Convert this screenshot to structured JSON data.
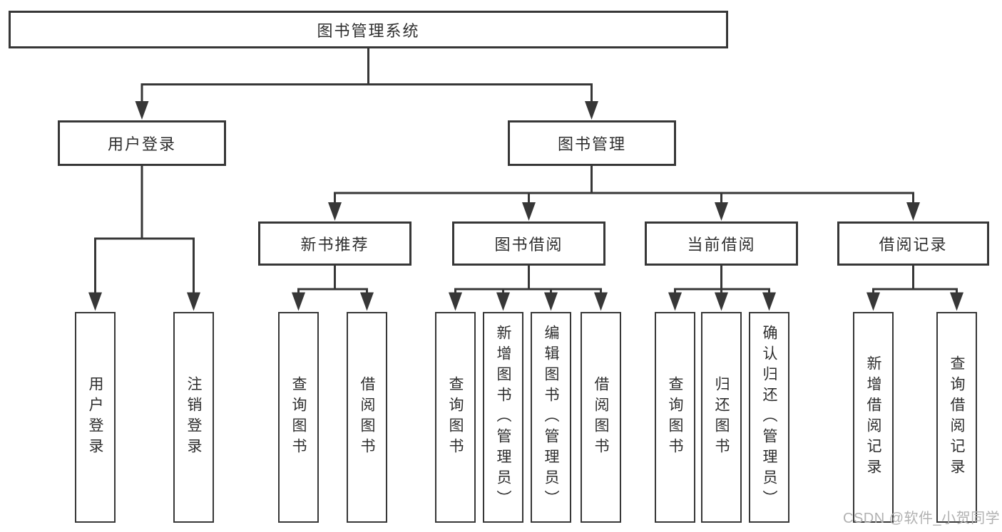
{
  "diagram": {
    "root": {
      "label": "图书管理系统"
    },
    "branches": [
      {
        "label": "用户登录",
        "children": [
          {
            "label": "用户登录"
          },
          {
            "label": "注销登录"
          }
        ]
      },
      {
        "label": "图书管理",
        "children": [
          {
            "label": "新书推荐",
            "children": [
              {
                "label": "查询图书"
              },
              {
                "label": "借阅图书"
              }
            ]
          },
          {
            "label": "图书借阅",
            "children": [
              {
                "label": "查询图书"
              },
              {
                "label": "新增图书（管理员）"
              },
              {
                "label": "编辑图书（管理员）"
              },
              {
                "label": "借阅图书"
              }
            ]
          },
          {
            "label": "当前借阅",
            "children": [
              {
                "label": "查询图书"
              },
              {
                "label": "归还图书"
              },
              {
                "label": "确认归还（管理员）"
              }
            ]
          },
          {
            "label": "借阅记录",
            "children": [
              {
                "label": "新增借阅记录"
              },
              {
                "label": "查询借阅记录"
              }
            ]
          }
        ]
      }
    ]
  },
  "watermark": {
    "text": "CSDN @软件_小贺同学"
  },
  "colors": {
    "line": "#373737",
    "text": "#2e2e2e",
    "background": "#ffffff",
    "watermark": "#b1b1b1"
  }
}
